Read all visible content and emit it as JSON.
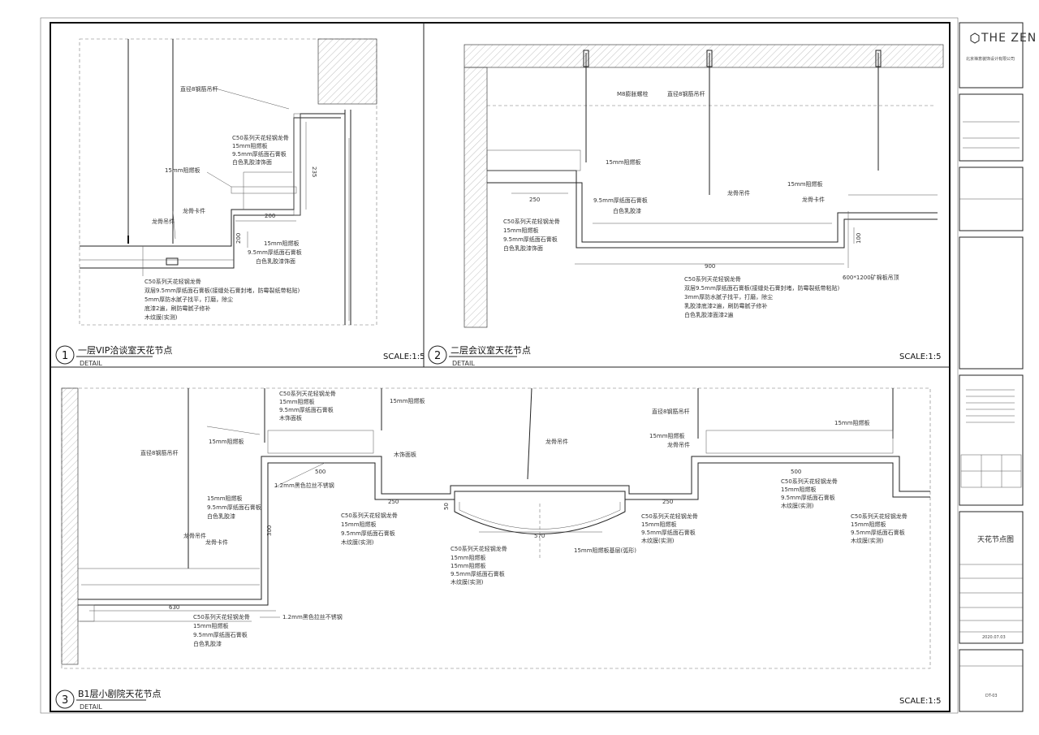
{
  "titleblock": {
    "brand": "THE ZEN",
    "company_cn": "北京禅意装饰设计有限公司",
    "project_date": "2020.07.03",
    "sheet_title": "天花节点图",
    "sheet_no": "DT-03"
  },
  "details": [
    {
      "number": "1",
      "title": "一层VIP洽谈室天花节点",
      "subtitle": "DETAIL",
      "scale": "SCALE:1:5",
      "labels": {
        "hanger": "直径8钢筋吊杆",
        "keel_a": "C50系列天花轻钢龙骨",
        "board_a": "15mm阻燃板",
        "gypsum_a": "9.5mm厚纸面石膏板",
        "paint_a": "白色乳胶漆饰面",
        "board_b": "15mm阻燃板",
        "hang_a": "龙骨吊件",
        "hang_b": "龙骨卡件",
        "board_c": "15mm阻燃板",
        "gypsum_c": "9.5mm厚纸面石膏板",
        "paint_c": "白色乳胶漆饰面",
        "note1": "C50系列天花轻钢龙骨",
        "note2": "双层9.5mm厚纸面石膏板(接缝处石膏封堵，防霉裂纸带粘贴)",
        "note3": "5mm厚防水腻子找平，打磨，除尘",
        "note4": "底漆2遍，刷防霉腻子修补",
        "note5": "木纹膜(实测)"
      },
      "dims": {
        "d200": "200",
        "d235": "235",
        "d200b": "200"
      }
    },
    {
      "number": "2",
      "title": "二层会议室天花节点",
      "subtitle": "DETAIL",
      "scale": "SCALE:1:5",
      "labels": {
        "bolt": "M8膨胀螺栓",
        "hanger": "直径8钢筋吊杆",
        "board_a": "15mm阻燃板",
        "gypsum_a": "9.5mm厚纸面石膏板",
        "paint_a": "白色乳胶漆",
        "hang_a": "龙骨吊件",
        "hang_b": "龙骨卡件",
        "board_b": "15mm阻燃板",
        "keel": "C50系列天花轻钢龙骨",
        "board_c": "15mm阻燃板",
        "gypsum_c": "9.5mm厚纸面石膏板",
        "paint_c": "白色乳胶漆饰面",
        "note1": "C50系列天花轻钢龙骨",
        "note2": "双层9.5mm厚纸面石膏板(接缝处石膏封堵，防霉裂纸带粘贴)",
        "note3": "3mm厚防水腻子找平，打磨，除尘",
        "note4": "乳胶漆底漆2遍，刷防霉腻子修补",
        "note5": "白色乳胶漆面漆2遍",
        "panel": "600*1200矿棉板吊顶"
      },
      "dims": {
        "d250": "250",
        "d900": "900",
        "d100": "100"
      }
    },
    {
      "number": "3",
      "title": "B1层小剧院天花节点",
      "subtitle": "DETAIL",
      "scale": "SCALE:1:5",
      "labels": {
        "hanger_l": "直径8钢筋吊杆",
        "keel_top": "C50系列天花轻钢龙骨",
        "board_top": "15mm阻燃板",
        "gypsum_top": "9.5mm厚纸面石膏板",
        "wood_top": "木饰面板",
        "board_top2": "15mm阻燃板",
        "board_l": "15mm阻燃板",
        "strip": "1.2mm黑色拉丝不锈钢",
        "wood_base": "木饰面板",
        "hang_c": "龙骨吊件",
        "board_mid": "15mm阻燃板",
        "gypsum_mid": "9.5mm厚纸面石膏板",
        "paint_mid": "白色乳胶漆",
        "keel_mid": "C50系列天花轻钢龙骨",
        "board_mid2": "15mm阻燃板",
        "gypsum_mid2": "9.5mm厚纸面石膏板",
        "wood_mid": "木纹膜(实测)",
        "hang_a": "龙骨吊件",
        "hang_b": "龙骨卡件",
        "keel_c": "C50系列天花轻钢龙骨",
        "board_c1": "15mm阻燃板",
        "board_c2": "15mm阻燃板",
        "gypsum_c": "9.5mm厚纸面石膏板",
        "wood_c": "木纹膜(实测)",
        "arc": "15mm阻燃板基层(弧形)",
        "hanger_r": "直径8钢筋吊杆",
        "hang_d": "龙骨吊件",
        "board_r": "15mm阻燃板",
        "keel_r": "C50系列天花轻钢龙骨",
        "board_r2": "15mm阻燃板",
        "gypsum_r": "9.5mm厚纸面石膏板",
        "wood_r": "木纹膜(实测)",
        "board_rr": "15mm阻燃板",
        "keel_rr": "C50系列天花轻钢龙骨",
        "board_rr2": "15mm阻燃板",
        "gypsum_rr": "9.5mm厚纸面石膏板",
        "wood_rr": "木纹膜(实测)",
        "keel_bl": "C50系列天花轻钢龙骨",
        "board_bl": "15mm阻燃板",
        "gypsum_bl": "9.5mm厚纸面石膏板",
        "paint_bl": "白色乳胶漆",
        "strip2": "1.2mm黑色拉丝不锈钢"
      },
      "dims": {
        "d500a": "500",
        "d500b": "500",
        "d630": "630",
        "d300": "300",
        "d250a": "250",
        "d250b": "250",
        "d570": "570",
        "d50": "50"
      }
    }
  ]
}
